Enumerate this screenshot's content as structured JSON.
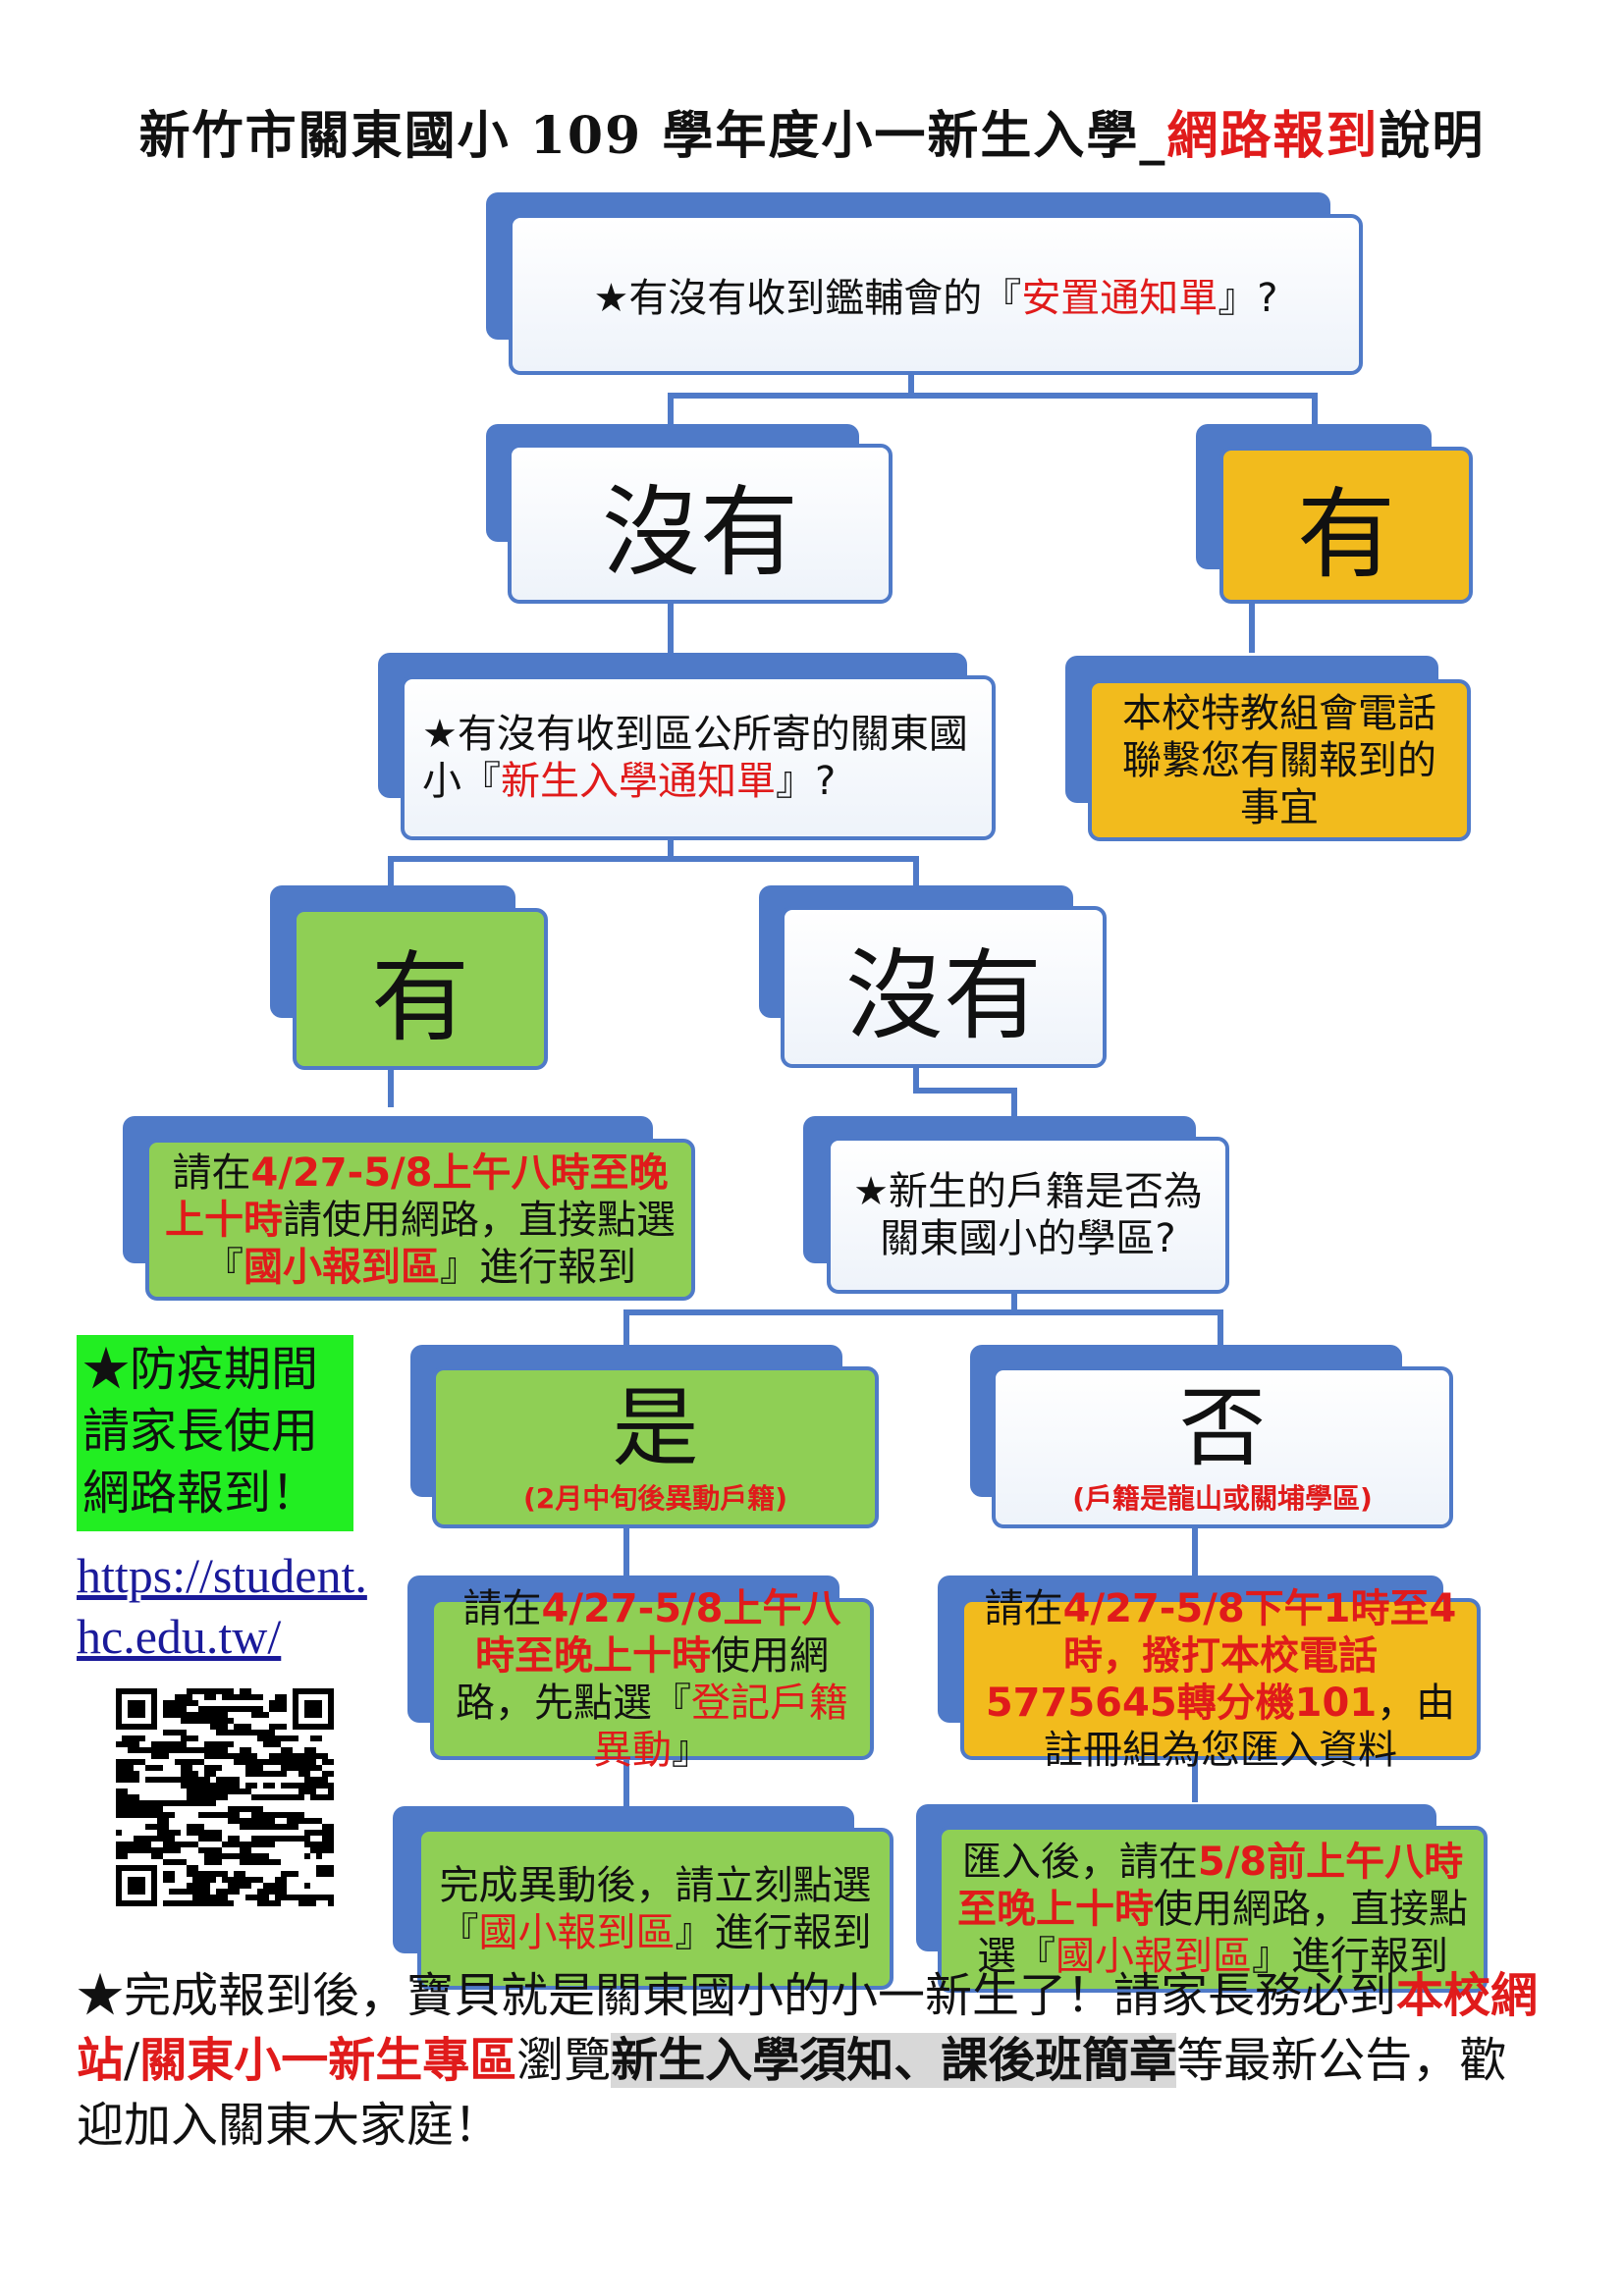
{
  "title": {
    "part1": "新竹市關東國小 109 學年度小一新生入學_",
    "part2": "網路報到",
    "part3": "說明"
  },
  "q1": {
    "pre": "★有沒有收到鑑輔會的『",
    "em": "安置通知單",
    "post": "』?"
  },
  "q1_no": "沒有",
  "q1_yes": "有",
  "q1_yes_note": "本校特教組會電話聯繫您有關報到的事宜",
  "q2": {
    "pre": "★有沒有收到區公所寄的關東國小『",
    "em": "新生入學通知單",
    "post": "』?"
  },
  "q2_yes": "有",
  "q2_no": "沒有",
  "q2_yes_note": {
    "p1": "請在",
    "em1": "4/27-5/8上午八時至晚上十時",
    "p2": "請使用網路，直接點選『",
    "em2": "國小報到區",
    "p3": "』進行報到"
  },
  "q3": "★新生的戶籍是否為關東國小的學區?",
  "q3_yes": "是",
  "q3_yes_sub": "(2月中旬後異動戶籍)",
  "q3_no": "否",
  "q3_no_sub": "(戶籍是龍山或關埔學區)",
  "yes_step1": {
    "p1": "請在",
    "em1": "4/27-5/8上午八時至晚上十時",
    "p2": "使用網路，先點選『",
    "em2": "登記戶籍異動",
    "p3": "』"
  },
  "yes_step2": {
    "p1": "完成異動後，請立刻點選『",
    "em": "國小報到區",
    "p2": "』進行報到"
  },
  "no_step1": {
    "em1": "4/27-5/8下午1時至4時，撥打本校電話5775645轉分機101",
    "p1": "請在",
    "p2": "，由註冊組為您匯入資料"
  },
  "no_step2": {
    "p1": "匯入後，請在",
    "em1": "5/8前上午八時至晚上十時",
    "p2": "使用網路，直接點選『",
    "em2": "國小報到區",
    "p3": "』進行報到"
  },
  "side_note": "★防疫期間請家長使用網路報到！",
  "url": "https://student.hc.edu.tw/",
  "footer": {
    "p1": "★完成報到後，寶貝就是關東國小的小一新生了！請家長務必到",
    "em1": "本校網站",
    "slash": "/",
    "em2": "關東小一新生專區",
    "p2": "瀏覽",
    "hl": "新生入學須知、課後班簡章",
    "p3": "等最新公告，歡迎加入關東大家庭！"
  },
  "colors": {
    "blue": "#4f7ac8",
    "green": "#8fcf55",
    "yellow": "#f2bb1d",
    "red": "#e01b1b",
    "note_bg": "#22ee22"
  }
}
